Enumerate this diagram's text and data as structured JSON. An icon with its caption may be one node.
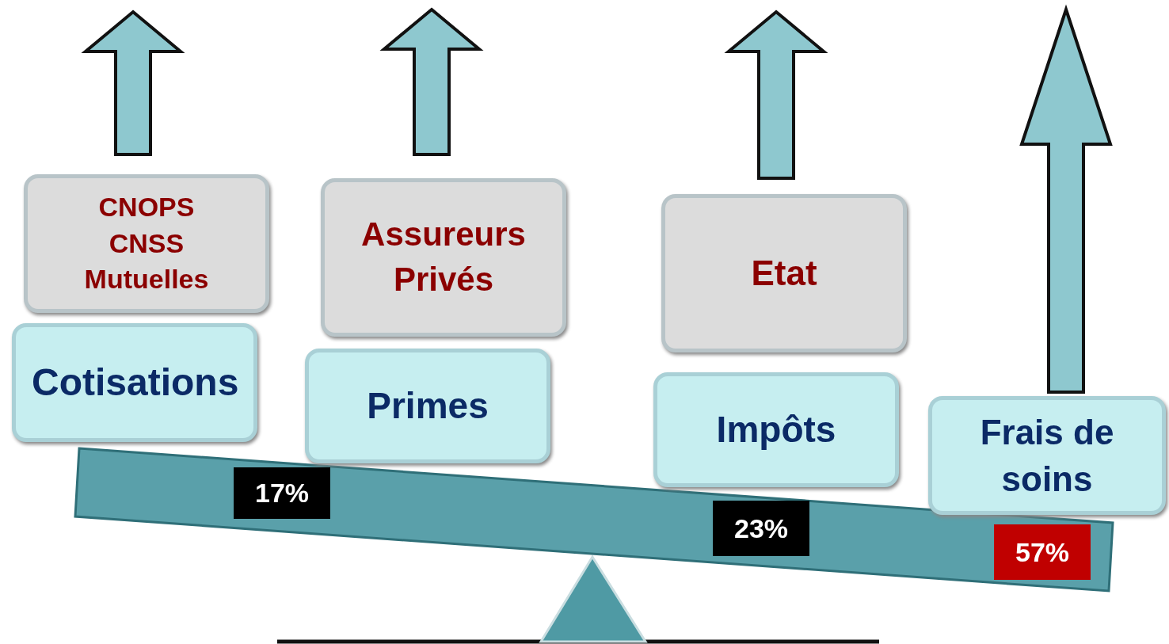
{
  "diagram": {
    "nodes": [
      {
        "text": [
          "CNOPS CNSS Mutuelles"
        ]
      },
      {
        "text": [
          "Assureurs Privés"
        ]
      },
      {
        "text": [
          "Etat"
        ]
      },
      {
        "text": [
          "Cotisations"
        ]
      },
      {
        "text": [
          "Primes"
        ]
      },
      {
        "text": [
          "Impôts"
        ]
      },
      {
        "text": [
          "Frais de soins"
        ]
      }
    ],
    "edges": [],
    "labels": [
      "17%",
      "23%",
      "57%"
    ]
  }
}
